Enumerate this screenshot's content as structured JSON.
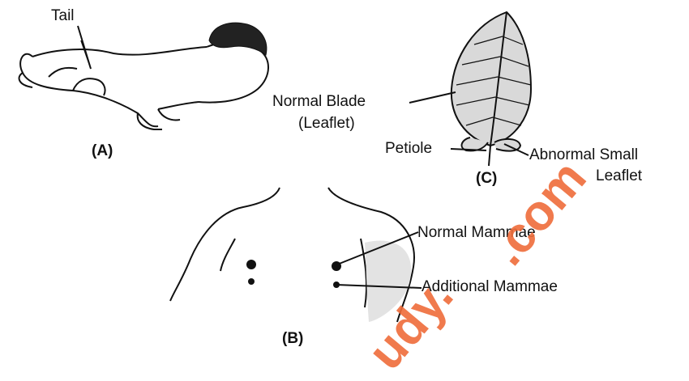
{
  "figure": {
    "panel_a": {
      "caption": "(A)",
      "label_tail": "Tail"
    },
    "panel_b": {
      "caption": "(B)",
      "label_normal": "Normal Mammae",
      "label_additional": "Additional Mammae"
    },
    "panel_c": {
      "caption": "(C)",
      "label_blade_1": "Normal Blade",
      "label_blade_2": "(Leaflet)",
      "label_petiole": "Petiole",
      "label_abnormal_1": "Abnormal Small",
      "label_abnormal_2": "Leaflet"
    },
    "watermark": ".com",
    "watermark_partial": "udy."
  },
  "colors": {
    "ink": "#111111",
    "watermark": "#ef6c3a",
    "leaf_fill": "#d9d9d9"
  }
}
